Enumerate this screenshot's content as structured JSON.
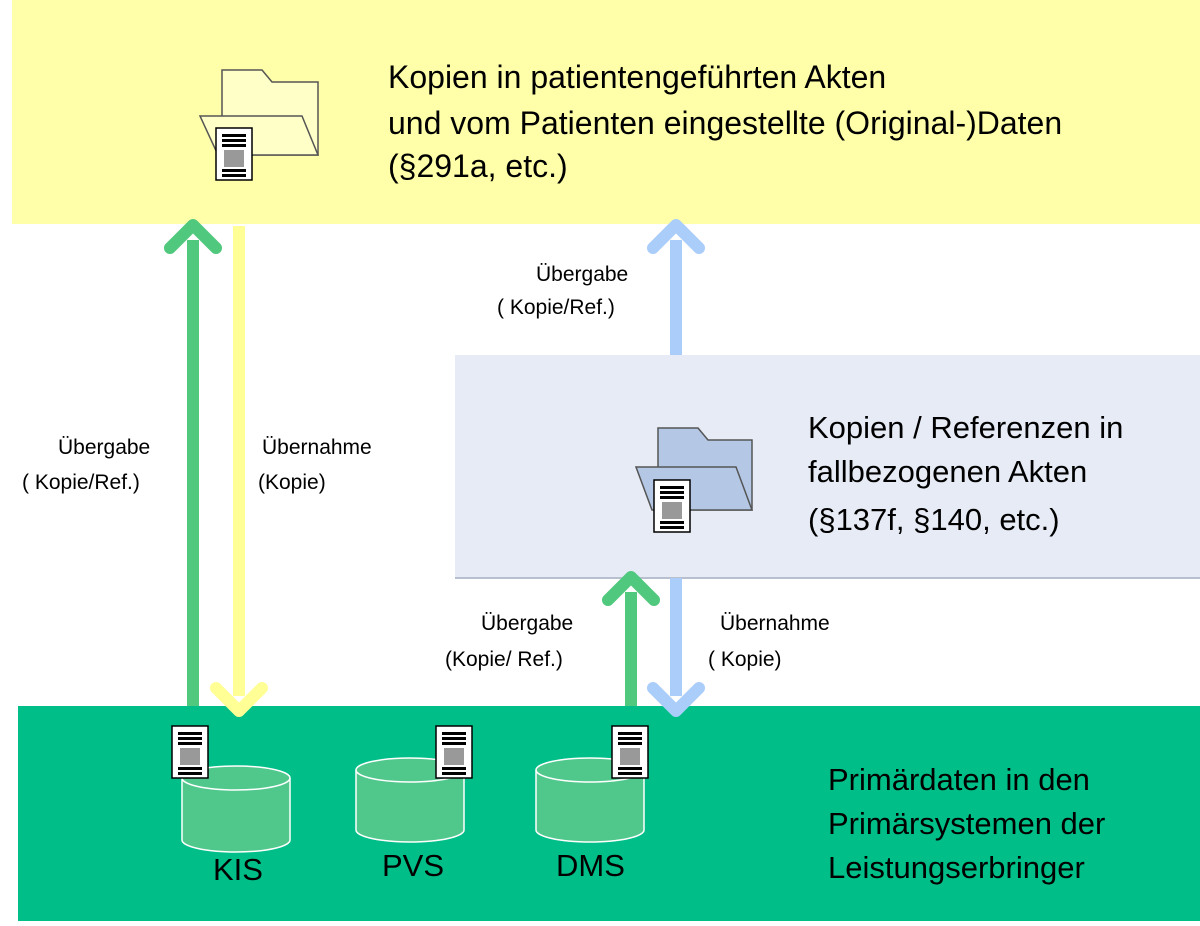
{
  "top_box": {
    "lines": [
      "Kopien in patientengeführten Akten",
      "und vom Patienten eingestellte (Original-)Daten",
      "(§291a, etc.)"
    ]
  },
  "middle_box": {
    "lines": [
      "Kopien / Referenzen in",
      "fallbezogenen Akten",
      "(§137f, §140, etc.)"
    ]
  },
  "bottom_box": {
    "lines": [
      "Primärdaten in den",
      "Primärsystemen der",
      "Leistungserbringer"
    ],
    "systems": [
      "KIS",
      "PVS",
      "DMS"
    ]
  },
  "arrows": {
    "left_up": {
      "line1": "Übergabe",
      "line2": "( Kopie/Ref.)"
    },
    "left_down": {
      "line1": "Übernahme",
      "line2": "(Kopie)"
    },
    "top_right_up": {
      "line1": "Übergabe",
      "line2": "( Kopie/Ref.)"
    },
    "bottom_right_up": {
      "line1": "Übergabe",
      "line2": "(Kopie/ Ref.)"
    },
    "bottom_right_down": {
      "line1": "Übernahme",
      "line2": "( Kopie)"
    }
  },
  "colors": {
    "top_band": "#FFFFAA",
    "middle_band": "#E6EBF5",
    "bottom_band": "#00BE87",
    "arrow_green": "#50C87D",
    "arrow_yellow": "#FFFF96",
    "arrow_blue": "#AACDFA",
    "db_fill": "#50C88C",
    "folder_yellow": "#FFFFC8",
    "folder_blue": "#B4C8E6"
  }
}
